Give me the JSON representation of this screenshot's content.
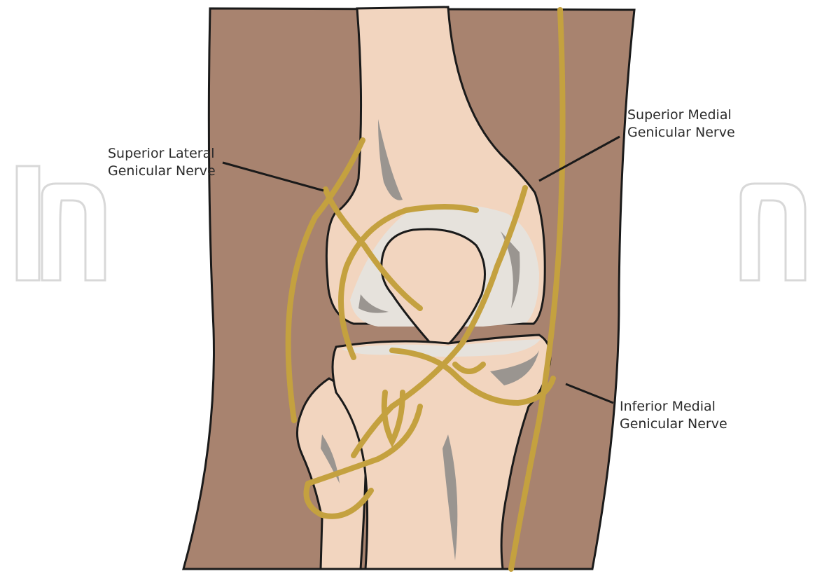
{
  "watermark": "In",
  "labels": {
    "superior_lateral": {
      "line1": "Superior Lateral",
      "line2": "Genicular Nerve"
    },
    "superior_medial": {
      "line1": "Superior Medial",
      "line2": "Genicular Nerve"
    },
    "inferior_medial": {
      "line1": "Inferior Medial",
      "line2": "Genicular Nerve"
    }
  },
  "colors": {
    "soft_tissue": "#a8836f",
    "bone": "#f2d5bf",
    "cartilage": "#e6e2dc",
    "shadow": "#9a9590",
    "nerve": "#c4a13f",
    "outline": "#1a1a1a",
    "watermark": "#d8d8d8"
  }
}
